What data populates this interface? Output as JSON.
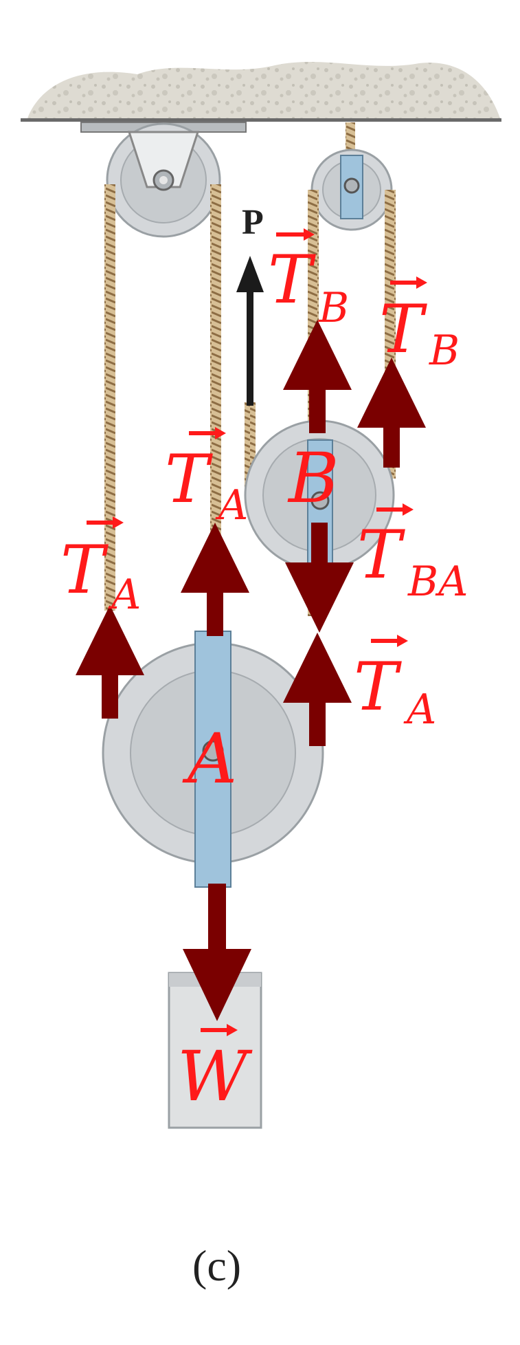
{
  "caption": "(c)",
  "applied_force": "P",
  "pulleys": {
    "a": "A",
    "b": "B"
  },
  "force_labels": {
    "ta_left": {
      "main": "T",
      "sub": "A"
    },
    "ta_mid": {
      "main": "T",
      "sub": "A"
    },
    "ta_right": {
      "main": "T",
      "sub": "A"
    },
    "tb_left": {
      "main": "T",
      "sub": "B"
    },
    "tb_right": {
      "main": "T",
      "sub": "B"
    },
    "tba": {
      "main": "T",
      "sub": "BA"
    },
    "w": {
      "main": "W",
      "sub": ""
    }
  },
  "colors": {
    "force_arrow": "#7a0000",
    "label": "#ff1a1a",
    "pulley": "#d4d7da",
    "strap": "#9fc3dc",
    "rope": "#c8a87a",
    "ceiling": "#dcd9cf"
  }
}
